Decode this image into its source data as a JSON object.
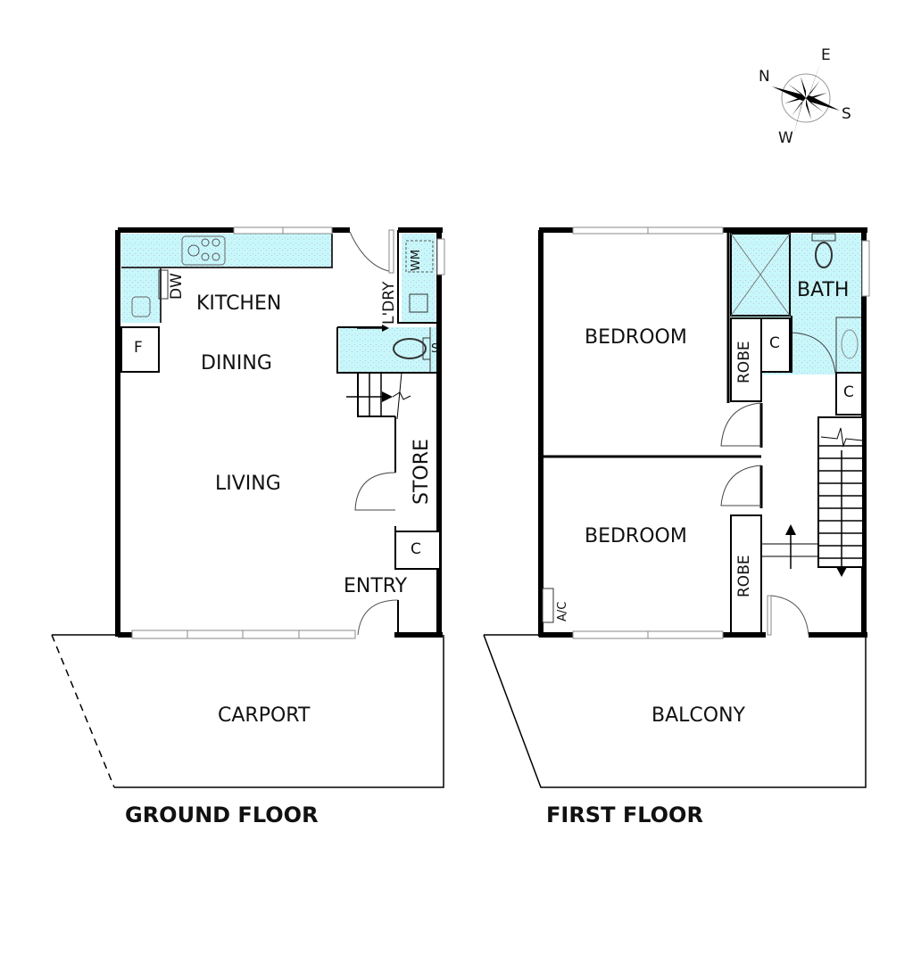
{
  "colors": {
    "wall": "#000000",
    "wet_area": "#c8f7fa",
    "background": "#ffffff",
    "window": "#888888"
  },
  "compass": {
    "labels": {
      "north": "N",
      "east": "E",
      "south": "S",
      "west": "W"
    },
    "icon": "compass-rose-icon"
  },
  "ground_floor": {
    "title": "GROUND FLOOR",
    "rooms": {
      "kitchen": "KITCHEN",
      "dining": "DINING",
      "living": "LIVING",
      "laundry": "L'DRY",
      "store": "STORE",
      "entry": "ENTRY",
      "carport": "CARPORT",
      "cupboard": "C",
      "fridge": "F",
      "dishwasher": "DW",
      "washing_machine": "WM",
      "shower_s": "S"
    }
  },
  "first_floor": {
    "title": "FIRST FLOOR",
    "rooms": {
      "bedroom_1": "BEDROOM",
      "bedroom_2": "BEDROOM",
      "bath": "BATH",
      "robe_1": "ROBE",
      "robe_2": "ROBE",
      "cupboard_1": "C",
      "cupboard_2": "C",
      "ac": "A/C",
      "balcony": "BALCONY"
    }
  }
}
